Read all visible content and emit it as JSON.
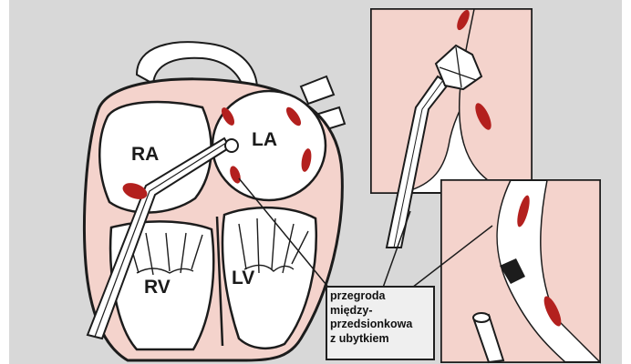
{
  "labels": {
    "ra": "RA",
    "la": "LA",
    "rv": "RV",
    "lv": "LV"
  },
  "callout": {
    "lines": [
      "przegroda",
      "między-",
      "przedsionkowa",
      "z ubytkiem"
    ]
  },
  "colors": {
    "background": "#d8d8d8",
    "tissue": "#f4d3cc",
    "outline": "#1c1c1c",
    "defect": "#b3201e",
    "callout_fill": "#efefef"
  }
}
